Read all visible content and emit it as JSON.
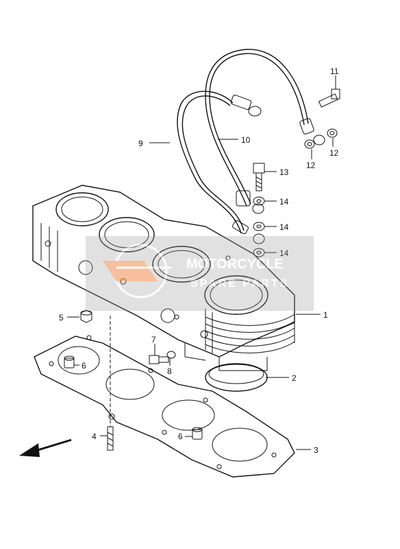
{
  "callouts": [
    {
      "id": "1",
      "text": "1"
    },
    {
      "id": "2",
      "text": "2"
    },
    {
      "id": "3",
      "text": "3"
    },
    {
      "id": "4",
      "text": "4"
    },
    {
      "id": "5",
      "text": "5"
    },
    {
      "id": "6a",
      "text": "6"
    },
    {
      "id": "6b",
      "text": "6"
    },
    {
      "id": "7",
      "text": "7"
    },
    {
      "id": "8",
      "text": "8"
    },
    {
      "id": "9",
      "text": "9"
    },
    {
      "id": "10",
      "text": "10"
    },
    {
      "id": "11",
      "text": "11"
    },
    {
      "id": "12a",
      "text": "12"
    },
    {
      "id": "12b",
      "text": "12"
    },
    {
      "id": "13",
      "text": "13"
    },
    {
      "id": "14a",
      "text": "14"
    },
    {
      "id": "14b",
      "text": "14"
    },
    {
      "id": "14c",
      "text": "14"
    }
  ],
  "watermark": {
    "line1": "MOTORCYCLE",
    "line2": "SPARE PARTS"
  },
  "icons": {
    "direction_arrow": "front-direction-arrow-icon",
    "watermark_logo": "motorcycle-logo-icon"
  },
  "colors": {
    "line": "#111111",
    "watermark_box": "#9a9a9a",
    "watermark_accent": "#f28c4a"
  }
}
